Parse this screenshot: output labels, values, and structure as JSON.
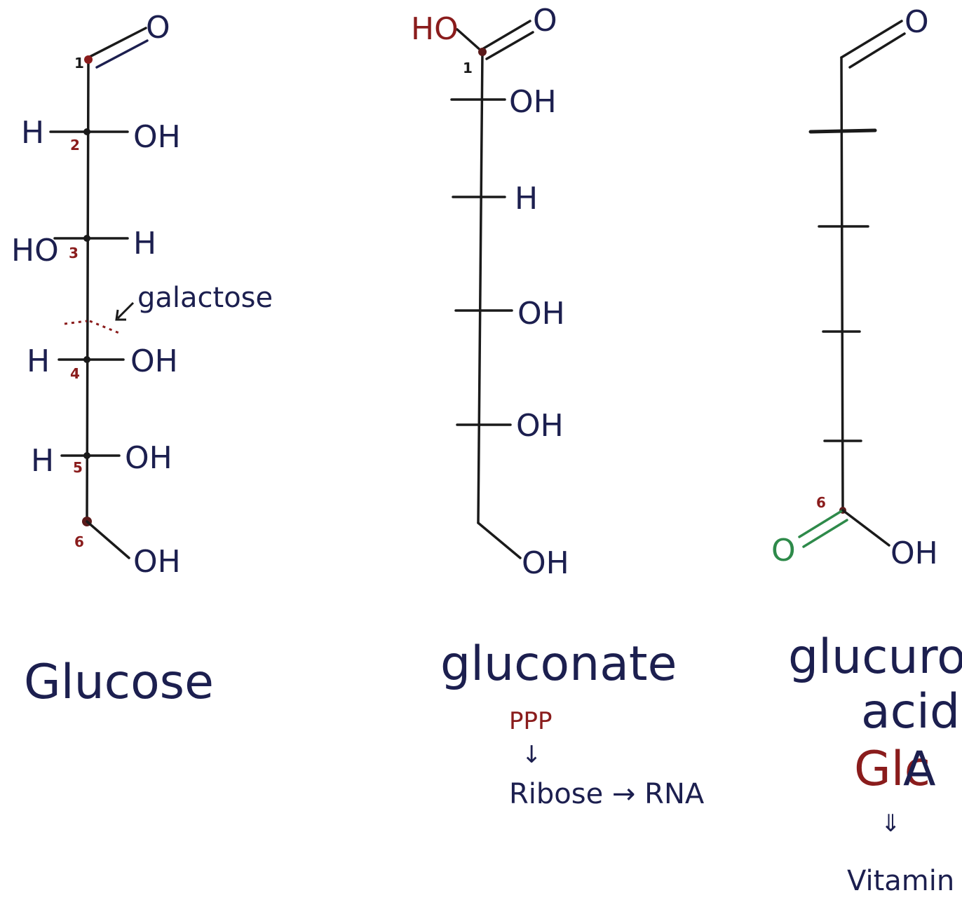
{
  "colors": {
    "ink": "#1c1f4f",
    "red": "#8a1c1c",
    "green": "#2e8a4a",
    "black": "#1a1a1a"
  },
  "glucose": {
    "name": "Glucose",
    "aldehyde_o": "O",
    "numbers": [
      "1",
      "2",
      "3",
      "4",
      "5",
      "6"
    ],
    "rows": [
      {
        "left": "H",
        "right": "OH"
      },
      {
        "left": "HO",
        "right": "H"
      },
      {
        "left": "H",
        "right": "OH"
      },
      {
        "left": "H",
        "right": "OH"
      }
    ],
    "c6_oh": "OH",
    "galactose_note": "galactose"
  },
  "gluconate": {
    "name": "gluconate",
    "acid_ho": "HO",
    "acid_o": "O",
    "c1_number": "1",
    "rows": [
      "OH",
      "H",
      "OH",
      "OH"
    ],
    "c6_oh": "OH",
    "pathway_top": "PPP",
    "pathway_arrow": "↓",
    "pathway_bottom": "Ribose → RNA"
  },
  "glucuronic": {
    "name_line1": "glucuronic",
    "name_line2": "acid",
    "abbr_glc": "Glc",
    "abbr_a": "A",
    "arrow": "⇓",
    "product": "Vitamin C",
    "aldehyde_o": "O",
    "c6_number": "6",
    "acid_o": "O",
    "acid_oh": "OH"
  }
}
